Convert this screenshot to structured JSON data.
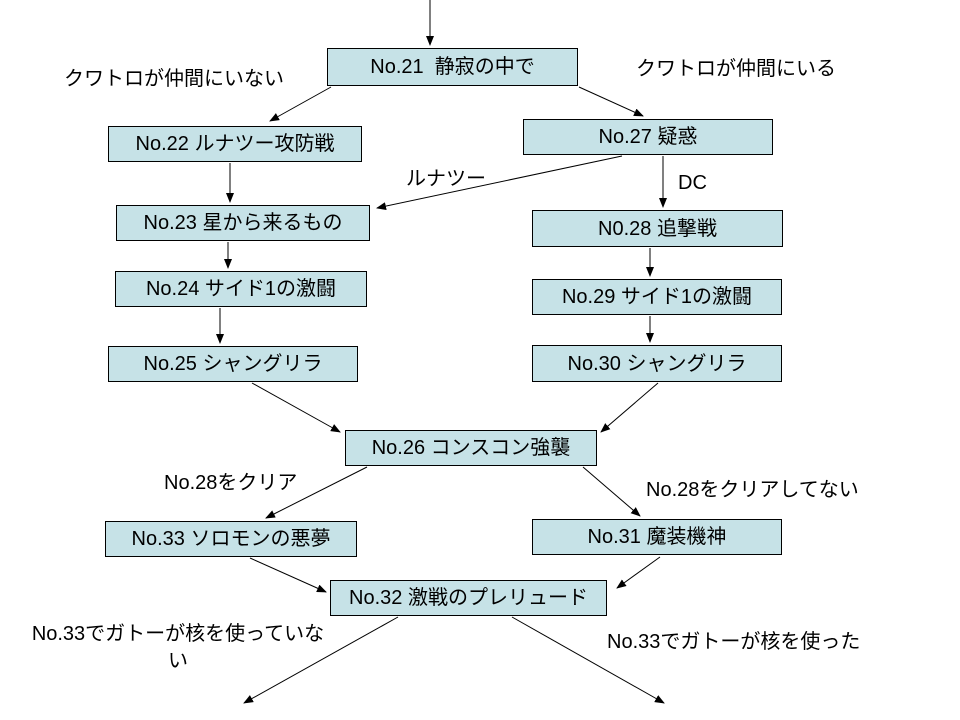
{
  "nodes": {
    "n21": {
      "label": "No.21  静寂の中で"
    },
    "n22": {
      "label": "No.22 ルナツー攻防戦"
    },
    "n27": {
      "label": "No.27 疑惑"
    },
    "n23": {
      "label": "No.23 星から来るもの"
    },
    "n28": {
      "label": "N0.28 追撃戦"
    },
    "n24": {
      "label": "No.24 サイド1の激闘"
    },
    "n29": {
      "label": "No.29 サイド1の激闘"
    },
    "n25": {
      "label": "No.25 シャングリラ"
    },
    "n30": {
      "label": "No.30 シャングリラ"
    },
    "n26": {
      "label": "No.26 コンスコン強襲"
    },
    "n33": {
      "label": "No.33 ソロモンの悪夢"
    },
    "n31": {
      "label": "No.31 魔装機神"
    },
    "n32": {
      "label": "No.32 激戦のプレリュード"
    }
  },
  "edge_labels": {
    "quattro_absent": "クワトロが仲間にいない",
    "quattro_present": "クワトロが仲間にいる",
    "lunatwo": "ルナツー",
    "dc": "DC",
    "no28_cleared": "No.28をクリア",
    "no28_not_cleared": "No.28をクリアしてない",
    "no33_no_nuke": "No.33でガトーが核を使っていな\nい",
    "no33_nuke": "No.33でガトーが核を使った"
  },
  "edges": [
    {
      "from": "start",
      "to": "n21",
      "label": ""
    },
    {
      "from": "n21",
      "to": "n22",
      "label": "クワトロが仲間にいない"
    },
    {
      "from": "n21",
      "to": "n27",
      "label": "クワトロが仲間にいる"
    },
    {
      "from": "n22",
      "to": "n23",
      "label": ""
    },
    {
      "from": "n27",
      "to": "n23",
      "label": "ルナツー"
    },
    {
      "from": "n27",
      "to": "n28",
      "label": "DC"
    },
    {
      "from": "n23",
      "to": "n24",
      "label": ""
    },
    {
      "from": "n28",
      "to": "n29",
      "label": ""
    },
    {
      "from": "n24",
      "to": "n25",
      "label": ""
    },
    {
      "from": "n29",
      "to": "n30",
      "label": ""
    },
    {
      "from": "n25",
      "to": "n26",
      "label": ""
    },
    {
      "from": "n30",
      "to": "n26",
      "label": ""
    },
    {
      "from": "n26",
      "to": "n33",
      "label": "No.28をクリア"
    },
    {
      "from": "n26",
      "to": "n31",
      "label": "No.28をクリアしてない"
    },
    {
      "from": "n33",
      "to": "n32",
      "label": ""
    },
    {
      "from": "n31",
      "to": "n32",
      "label": ""
    },
    {
      "from": "n32",
      "to": "exit-left",
      "label": "No.33でガトーが核を使っていない"
    },
    {
      "from": "n32",
      "to": "exit-right",
      "label": "No.33でガトーが核を使った"
    }
  ],
  "colors": {
    "node_fill": "#c6e2e7",
    "node_border": "#000000",
    "line": "#000000",
    "background": "#ffffff",
    "text": "#000000"
  }
}
